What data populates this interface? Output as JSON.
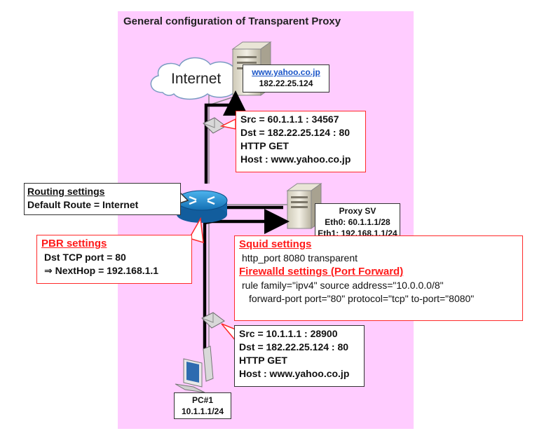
{
  "title": "General configuration of Transparent Proxy",
  "internet_label": "Internet",
  "web_server": {
    "host": "www.yahoo.co.jp",
    "ip": "182.22.25.124"
  },
  "packet_upper": [
    "Src = 60.1.1.1  : 34567",
    "Dst = 182.22.25.124  : 80",
    "HTTP GET",
    "Host : www.yahoo.co.jp"
  ],
  "routing": {
    "title": "Routing settings",
    "line": "Default Route = Internet"
  },
  "pbr": {
    "title": "PBR settings",
    "lines": [
      "Dst TCP port = 80",
      "⇒  NextHop = 192.168.1.1"
    ]
  },
  "proxy": {
    "name": "Proxy SV",
    "eth0": "Eth0: 60.1.1.1/28",
    "eth1": "Eth1: 192.168.1.1/24"
  },
  "squid": {
    "title": "Squid settings",
    "line": "http_port 8080  transparent"
  },
  "firewall": {
    "title": "Firewalld settings (Port Forward)",
    "lines": [
      "rule family=\"ipv4\" source address=\"10.0.0.0/8\"",
      "forward-port port=\"80\" protocol=\"tcp\" to-port=\"8080\""
    ]
  },
  "packet_lower": [
    "Src = 10.1.1.1  : 28900",
    "Dst = 182.22.25.124  : 80",
    "HTTP GET",
    "Host : www.yahoo.co.jp"
  ],
  "pc": {
    "name": "PC#1",
    "ip": "10.1.1.1/24"
  },
  "colors": {
    "background": "#ffccff",
    "accent_red": "#ff2a2a",
    "link_blue": "#1a55c8",
    "router_blue": "#1c8fd8"
  }
}
